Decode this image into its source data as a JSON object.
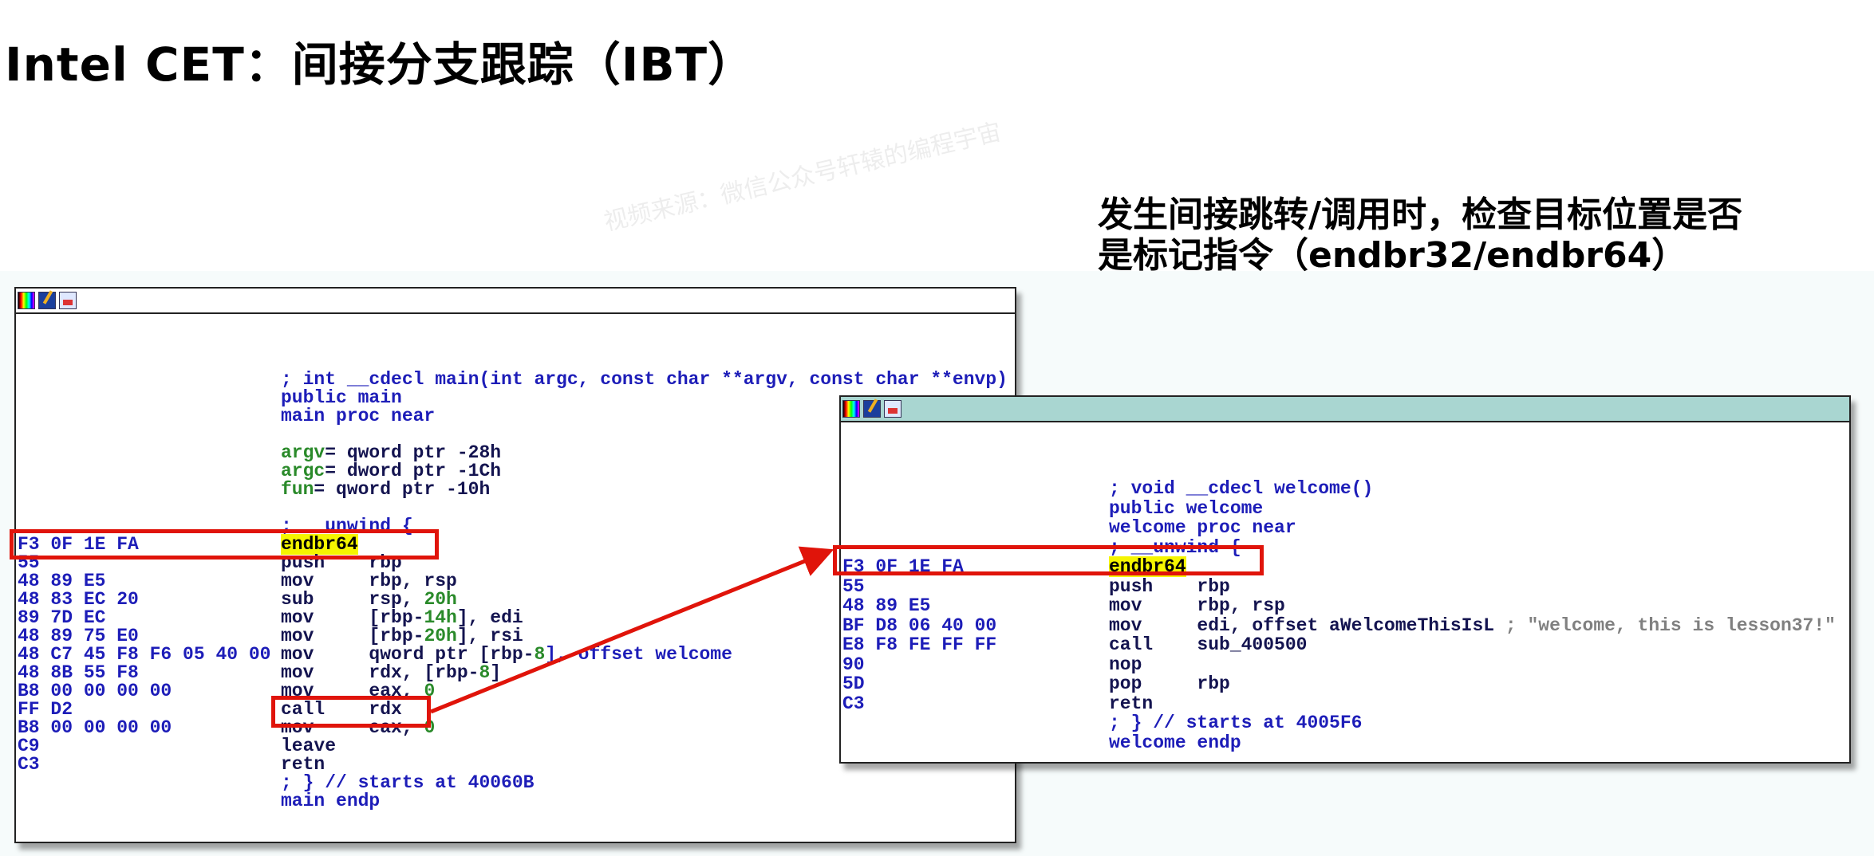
{
  "slide": {
    "title": "Intel CET：间接分支跟踪（IBT）",
    "note_line1": "发生间接跳转/调用时，检查目标位置是否",
    "note_line2": "是标记指令（endbr32/endbr64）",
    "watermark": "视频来源：微信公众号轩辕的编程宇宙"
  },
  "colors": {
    "highlight_box": "#e0140a",
    "code_blue": "#1d1db8",
    "number_green": "#2a8a2a",
    "right_titlebar": "#a9d6d1"
  },
  "main_window": {
    "icons": [
      "palette-icon",
      "edit-icon",
      "graph-view-icon"
    ],
    "lines": [
      {
        "hex": "",
        "parts": [
          {
            "t": "; int __cdecl main(int argc, const char **argv, const char **envp)",
            "c": "blue"
          }
        ]
      },
      {
        "hex": "",
        "parts": [
          {
            "t": "public main",
            "c": "blue"
          }
        ]
      },
      {
        "hex": "",
        "parts": [
          {
            "t": "main proc near",
            "c": "blue"
          }
        ]
      },
      {
        "hex": "",
        "parts": []
      },
      {
        "hex": "",
        "parts": [
          {
            "t": "argv",
            "c": "green"
          },
          {
            "t": "= qword ptr -28h",
            "c": "dark"
          }
        ]
      },
      {
        "hex": "",
        "parts": [
          {
            "t": "argc",
            "c": "green"
          },
          {
            "t": "= dword ptr -1Ch",
            "c": "dark"
          }
        ]
      },
      {
        "hex": "",
        "parts": [
          {
            "t": "fun",
            "c": "green"
          },
          {
            "t": "= qword ptr -10h",
            "c": "dark"
          }
        ]
      },
      {
        "hex": "",
        "parts": []
      },
      {
        "hex": "",
        "parts": [
          {
            "t": "; __unwind {",
            "c": "blue"
          }
        ]
      },
      {
        "hex": "F3 0F 1E FA",
        "parts": [
          {
            "t": "endbr64",
            "c": "hl"
          }
        ]
      },
      {
        "hex": "55",
        "parts": [
          {
            "t": "push    rbp",
            "c": "dark"
          }
        ]
      },
      {
        "hex": "48 89 E5",
        "parts": [
          {
            "t": "mov     rbp, rsp",
            "c": "dark"
          }
        ]
      },
      {
        "hex": "48 83 EC 20",
        "parts": [
          {
            "t": "sub     rsp, ",
            "c": "dark"
          },
          {
            "t": "20h",
            "c": "green"
          }
        ]
      },
      {
        "hex": "89 7D EC",
        "parts": [
          {
            "t": "mov     [rbp-",
            "c": "dark"
          },
          {
            "t": "14h",
            "c": "green"
          },
          {
            "t": "], edi",
            "c": "dark"
          }
        ]
      },
      {
        "hex": "48 89 75 E0",
        "parts": [
          {
            "t": "mov     [rbp-",
            "c": "dark"
          },
          {
            "t": "20h",
            "c": "green"
          },
          {
            "t": "], rsi",
            "c": "dark"
          }
        ]
      },
      {
        "hex": "48 C7 45 F8 F6 05 40 00",
        "parts": [
          {
            "t": "mov     qword ptr [rbp-",
            "c": "dark"
          },
          {
            "t": "8",
            "c": "green"
          },
          {
            "t": "], offset welcome",
            "c": "blue"
          }
        ]
      },
      {
        "hex": "48 8B 55 F8",
        "parts": [
          {
            "t": "mov     rdx, [rbp-",
            "c": "dark"
          },
          {
            "t": "8",
            "c": "green"
          },
          {
            "t": "]",
            "c": "dark"
          }
        ]
      },
      {
        "hex": "B8 00 00 00 00",
        "parts": [
          {
            "t": "mov     eax, ",
            "c": "dark"
          },
          {
            "t": "0",
            "c": "green"
          }
        ]
      },
      {
        "hex": "FF D2",
        "parts": [
          {
            "t": "call    rdx",
            "c": "dark"
          }
        ]
      },
      {
        "hex": "B8 00 00 00 00",
        "parts": [
          {
            "t": "mov     eax, ",
            "c": "dark"
          },
          {
            "t": "0",
            "c": "green"
          }
        ]
      },
      {
        "hex": "C9",
        "parts": [
          {
            "t": "leave",
            "c": "dark"
          }
        ]
      },
      {
        "hex": "C3",
        "parts": [
          {
            "t": "retn",
            "c": "dark"
          }
        ]
      },
      {
        "hex": "",
        "parts": [
          {
            "t": "; } // starts at 40060B",
            "c": "blue"
          }
        ]
      },
      {
        "hex": "",
        "parts": [
          {
            "t": "main endp",
            "c": "blue"
          }
        ]
      }
    ]
  },
  "welcome_window": {
    "icons": [
      "palette-icon",
      "edit-icon",
      "graph-view-icon"
    ],
    "lines": [
      {
        "hex": "",
        "parts": [
          {
            "t": "; void __cdecl welcome()",
            "c": "blue"
          }
        ]
      },
      {
        "hex": "",
        "parts": [
          {
            "t": "public welcome",
            "c": "blue"
          }
        ]
      },
      {
        "hex": "",
        "parts": [
          {
            "t": "welcome proc near",
            "c": "blue"
          }
        ]
      },
      {
        "hex": "",
        "parts": [
          {
            "t": "; __unwind {",
            "c": "blue"
          }
        ]
      },
      {
        "hex": "F3 0F 1E FA",
        "parts": [
          {
            "t": "endbr64",
            "c": "hl"
          }
        ]
      },
      {
        "hex": "55",
        "parts": [
          {
            "t": "push    rbp",
            "c": "dark"
          }
        ]
      },
      {
        "hex": "48 89 E5",
        "parts": [
          {
            "t": "mov     rbp, rsp",
            "c": "dark"
          }
        ]
      },
      {
        "hex": "BF D8 06 40 00",
        "parts": [
          {
            "t": "mov     edi, offset aWelcomeThisIsL",
            "c": "dark"
          },
          {
            "t": " ; \"welcome, this is lesson37!\"",
            "c": "gray"
          }
        ]
      },
      {
        "hex": "E8 F8 FE FF FF",
        "parts": [
          {
            "t": "call    sub_400500",
            "c": "dark"
          }
        ]
      },
      {
        "hex": "90",
        "parts": [
          {
            "t": "nop",
            "c": "dark"
          }
        ]
      },
      {
        "hex": "5D",
        "parts": [
          {
            "t": "pop     rbp",
            "c": "dark"
          }
        ]
      },
      {
        "hex": "C3",
        "parts": [
          {
            "t": "retn",
            "c": "dark"
          }
        ]
      },
      {
        "hex": "",
        "parts": [
          {
            "t": "; } // starts at 4005F6",
            "c": "blue"
          }
        ]
      },
      {
        "hex": "",
        "parts": [
          {
            "t": "welcome endp",
            "c": "blue"
          }
        ]
      }
    ]
  }
}
